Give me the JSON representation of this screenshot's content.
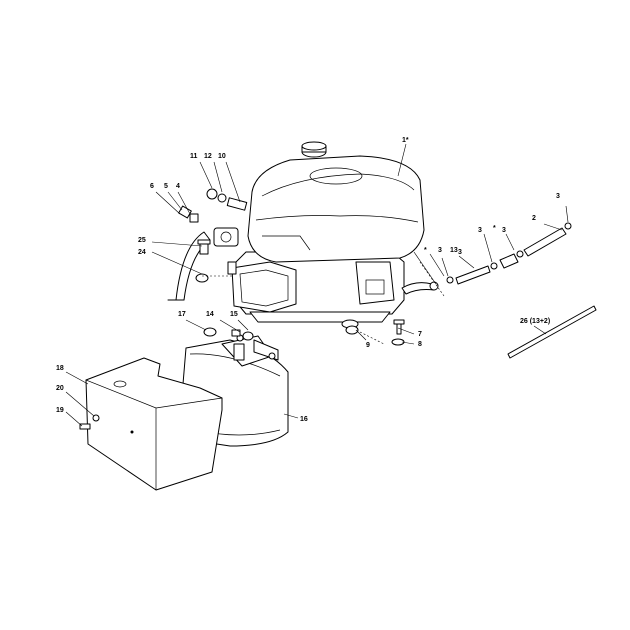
{
  "diagram": {
    "callouts": [
      {
        "id": "c1",
        "label": "1*"
      },
      {
        "id": "c2",
        "label": "2"
      },
      {
        "id": "c3a",
        "label": "3"
      },
      {
        "id": "c3b",
        "label": "3"
      },
      {
        "id": "c3c",
        "label": "3"
      },
      {
        "id": "c3d",
        "label": "3"
      },
      {
        "id": "c3e",
        "label": "3"
      },
      {
        "id": "c4",
        "label": "4"
      },
      {
        "id": "c5",
        "label": "5"
      },
      {
        "id": "c6",
        "label": "6"
      },
      {
        "id": "c7",
        "label": "7"
      },
      {
        "id": "c8",
        "label": "8"
      },
      {
        "id": "c9",
        "label": "9"
      },
      {
        "id": "c10",
        "label": "10"
      },
      {
        "id": "c11",
        "label": "11"
      },
      {
        "id": "c12",
        "label": "12"
      },
      {
        "id": "c13",
        "label": "13"
      },
      {
        "id": "c14",
        "label": "14"
      },
      {
        "id": "c15",
        "label": "15"
      },
      {
        "id": "c16",
        "label": "16"
      },
      {
        "id": "c17",
        "label": "17"
      },
      {
        "id": "c18",
        "label": "18"
      },
      {
        "id": "c19",
        "label": "19"
      },
      {
        "id": "c20",
        "label": "20"
      },
      {
        "id": "c24",
        "label": "24"
      },
      {
        "id": "c25",
        "label": "25"
      },
      {
        "id": "c26",
        "label": "26 (13+2)"
      }
    ],
    "markers": [
      {
        "id": "m1",
        "label": "*"
      },
      {
        "id": "m2",
        "label": "*"
      }
    ]
  }
}
